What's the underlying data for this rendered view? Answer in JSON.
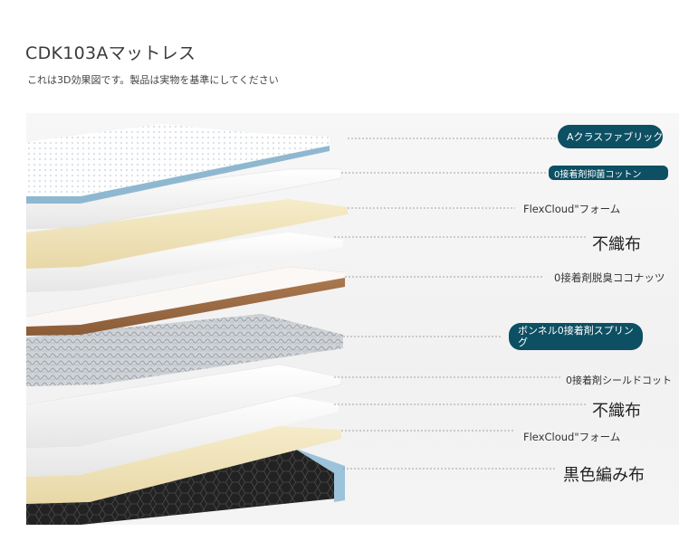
{
  "header": {
    "title": "CDK103Aマットレス",
    "subtitle": "これは3D効果図です。製品は実物を基準にしてください"
  },
  "colors": {
    "pill_bg": "#0d4f63",
    "foam": "#f1e4bd",
    "coconut": "#9b6a43",
    "cover_edge": "#8fb8d0",
    "base_fabric": "#222222"
  },
  "layers": [
    {
      "label": "Aクラスファブリック",
      "style": "pill",
      "icon": "fabric-layer"
    },
    {
      "label": "0接着剤抑菌コットン",
      "style": "pill-small",
      "icon": "cotton-layer"
    },
    {
      "label": "FlexCloud\"フォーム",
      "style": "text",
      "icon": "foam-layer"
    },
    {
      "label": "不織布",
      "style": "big",
      "icon": "nonwoven-layer"
    },
    {
      "label": "0接着剤脱臭ココナッツ",
      "style": "text",
      "icon": "coconut-layer"
    },
    {
      "label": "ボンネル0接着剤スプリング",
      "style": "pill-multi",
      "icon": "spring-layer"
    },
    {
      "label": "0接着剤シールドコット",
      "style": "text",
      "icon": "cotton-layer"
    },
    {
      "label": "不織布",
      "style": "big",
      "icon": "nonwoven-layer"
    },
    {
      "label": "FlexCloud\"フォーム",
      "style": "text",
      "icon": "foam-layer"
    },
    {
      "label": "黒色編み布",
      "style": "big",
      "icon": "base-fabric-layer"
    }
  ]
}
